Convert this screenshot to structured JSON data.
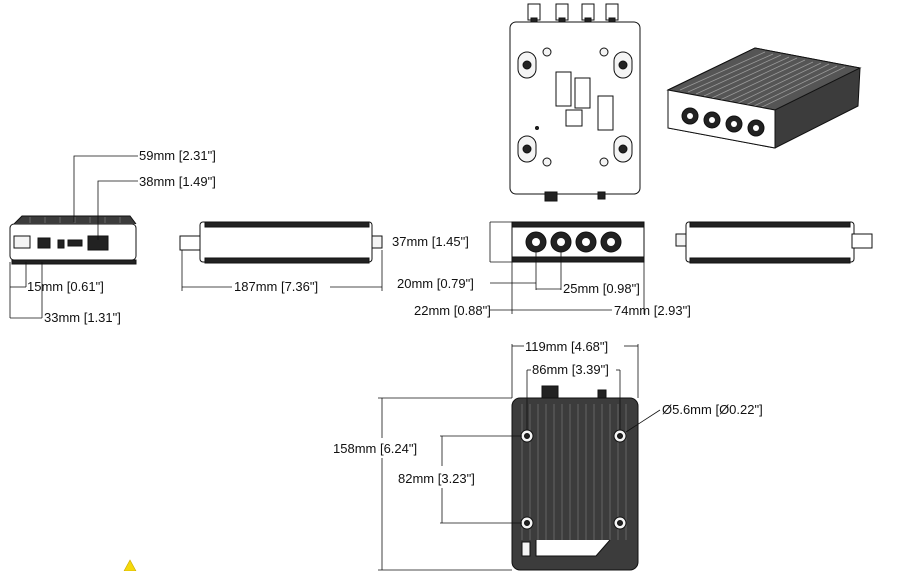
{
  "dimensions": {
    "height_top": "59mm [2.31\"]",
    "height_mid": "38mm [1.49\"]",
    "front_15": "15mm [0.61\"]",
    "front_33": "33mm [1.31\"]",
    "side_length": "187mm [7.36\"]",
    "height_37": "37mm [1.45\"]",
    "conn_20": "20mm [0.79\"]",
    "conn_25": "25mm [0.98\"]",
    "conn_22": "22mm [0.88\"]",
    "conn_74": "74mm [2.93\"]",
    "width_119": "119mm [4.68\"]",
    "holes_86": "86mm [3.39\"]",
    "hole_dia": "Ø5.6mm [Ø0.22\"]",
    "length_158": "158mm [6.24\"]",
    "holes_82": "82mm [3.23\"]"
  },
  "colors": {
    "line": "#111111",
    "body": "#3c3c3c",
    "warning": "#f5d90a"
  }
}
